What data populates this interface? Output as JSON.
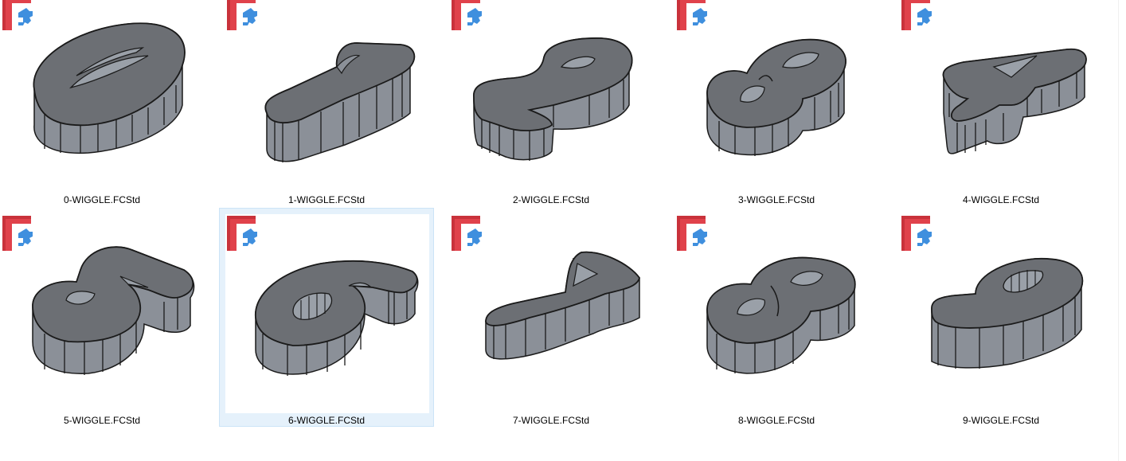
{
  "view": {
    "type": "file-explorer-large-icons",
    "selected_index": 6
  },
  "colors": {
    "selection_bg": "#e5f1fb",
    "selection_border": "#cce4f7",
    "model_top": "#6c6f74",
    "model_side": "#8b9098",
    "model_edge": "#1a1a1a",
    "freecad_red": "#e0424b",
    "freecad_blue": "#3f8fde"
  },
  "files": [
    {
      "name": "0-WIGGLE.FCStd",
      "digit": "0",
      "icon": "freecad-file-icon"
    },
    {
      "name": "1-WIGGLE.FCStd",
      "digit": "1",
      "icon": "freecad-file-icon"
    },
    {
      "name": "2-WIGGLE.FCStd",
      "digit": "2",
      "icon": "freecad-file-icon"
    },
    {
      "name": "3-WIGGLE.FCStd",
      "digit": "3",
      "icon": "freecad-file-icon"
    },
    {
      "name": "4-WIGGLE.FCStd",
      "digit": "4",
      "icon": "freecad-file-icon"
    },
    {
      "name": "5-WIGGLE.FCStd",
      "digit": "5",
      "icon": "freecad-file-icon"
    },
    {
      "name": "6-WIGGLE.FCStd",
      "digit": "6",
      "icon": "freecad-file-icon"
    },
    {
      "name": "7-WIGGLE.FCStd",
      "digit": "7",
      "icon": "freecad-file-icon"
    },
    {
      "name": "8-WIGGLE.FCStd",
      "digit": "8",
      "icon": "freecad-file-icon"
    },
    {
      "name": "9-WIGGLE.FCStd",
      "digit": "9",
      "icon": "freecad-file-icon"
    }
  ]
}
